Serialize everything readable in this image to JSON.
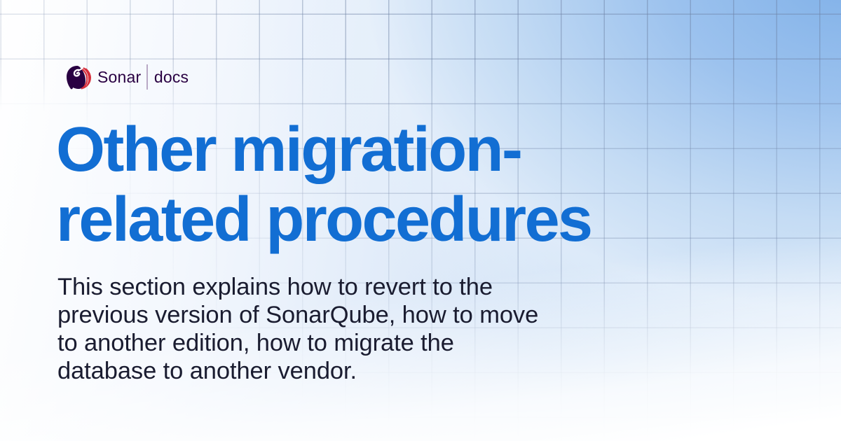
{
  "brand": {
    "name": "Sonar",
    "section": "docs",
    "logo_icon": "sonar-logo-icon",
    "colors": {
      "brand_text": "#290042",
      "logo_red": "#D62E3B",
      "divider": "#B9A9C6"
    }
  },
  "hero": {
    "title_lines": [
      "Other migration-",
      "related procedures"
    ],
    "title_color": "#126ED3",
    "description_lines": [
      "This section explains how to revert to the",
      "previous version of SonarQube, how to move",
      "to another edition, how to migrate the",
      "database to another vendor."
    ],
    "description_color": "#1A1C30"
  },
  "background": {
    "style": "grid",
    "glow_color": "#86B4E8",
    "base_color": "#FFFFFF"
  }
}
